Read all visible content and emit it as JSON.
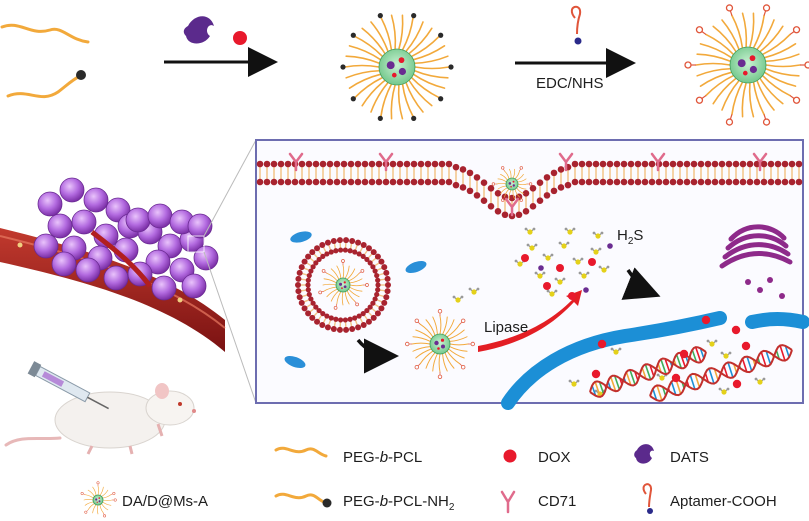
{
  "top_row": {
    "step2_reagent": "EDC/NHS"
  },
  "cell_panel": {
    "h2s_label": "H",
    "h2s_subscript": "2",
    "h2s_suffix": "S",
    "enzyme_label": "Lipase"
  },
  "legend": {
    "items": [
      {
        "key": "peg-b-pcl",
        "parts": [
          "PEG-",
          "b",
          "-PCL"
        ],
        "italic_index": 1
      },
      {
        "key": "dox",
        "parts": [
          "DOX"
        ]
      },
      {
        "key": "dats",
        "parts": [
          "DATS"
        ]
      },
      {
        "key": "micelle",
        "parts": [
          "DA/D@Ms-A"
        ]
      },
      {
        "key": "peg-b-pcl-nh2",
        "parts": [
          "PEG-",
          "b",
          "-PCL-NH",
          "2"
        ],
        "italic_index": 1,
        "sub_index": 3
      },
      {
        "key": "cd71",
        "parts": [
          "CD71"
        ]
      },
      {
        "key": "aptamer",
        "parts": [
          "Aptamer-COOH"
        ]
      }
    ]
  },
  "colors": {
    "polymer_chain": "#f2a93b",
    "amine_end": "#2a2a2a",
    "dox": "#e8192c",
    "dats": "#6a2c91",
    "micelle_core": "#8fd19e",
    "cd71_receptor": "#e06b8c",
    "aptamer": "#e0553a",
    "membrane_head": "#a8232f",
    "membrane_tail": "#f3c488",
    "vessel": "#9a1c1c",
    "tumor": "#b36be0",
    "nucleus": "#1c8fd6",
    "golgi": "#8e2a8a",
    "lipase_arrow": "#e31e24",
    "panel_border": "#6d6db0",
    "panel_bg": "#fbfbff"
  }
}
